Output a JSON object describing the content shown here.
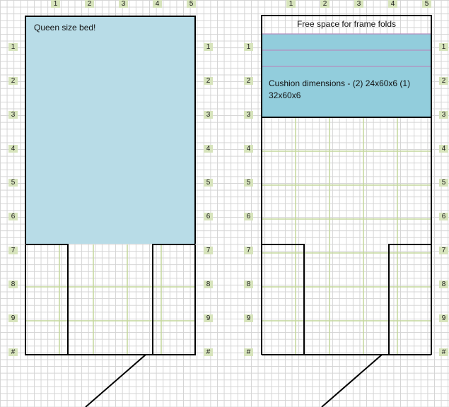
{
  "top_labels": [
    "1",
    "2",
    "3",
    "4",
    "5"
  ],
  "side_labels": [
    "1",
    "2",
    "3",
    "4",
    "5",
    "6",
    "7",
    "8",
    "9",
    "#"
  ],
  "left_panel": {
    "title": "Queen size bed!"
  },
  "right_panel": {
    "free_space": "Free space for frame folds",
    "cushion_line1": "Cushion dimensions - (2) 24x60x6  (1)",
    "cushion_line2": "32x60x6"
  },
  "colors": {
    "bed_fill": "#b8dce7",
    "cushion_fill": "#92cddc",
    "cushion_lines": "#b48fbf",
    "measure_lines": "#c4d79b",
    "label_bg": "#d7e4bc"
  }
}
